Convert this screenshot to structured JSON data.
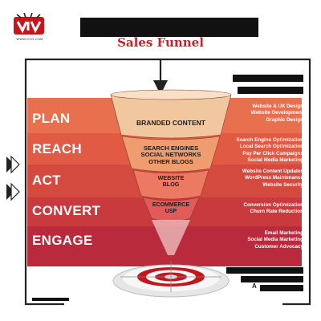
{
  "logo": {
    "sub_text": "WWW.KVG.COM",
    "colors": {
      "red": "#c4161c",
      "dark": "#222222"
    }
  },
  "title": {
    "subtitle": "Sales Funnel",
    "subtitle_color": "#c3222c"
  },
  "stages": [
    {
      "label": "PLAN",
      "color": "#e8704f"
    },
    {
      "label": "REACH",
      "color": "#e05a44"
    },
    {
      "label": "ACT",
      "color": "#d54a3e"
    },
    {
      "label": "CONVERT",
      "color": "#c93a3e"
    },
    {
      "label": "ENGAGE",
      "color": "#b82a3c"
    }
  ],
  "funnel": {
    "layers": [
      {
        "lines": [
          "BRANDED CONTENT"
        ],
        "color": "#f0c79e"
      },
      {
        "lines": [
          "SEARCH ENGINES",
          "SOCIAL NETWORKS",
          "OTHER BLOGS"
        ],
        "color": "#ef9d6f"
      },
      {
        "lines": [
          "WEBSITE",
          "BLOG"
        ],
        "color": "#ec7a62"
      },
      {
        "lines": [
          "ECOMMERCE",
          "USP"
        ],
        "color": "#e25b5b"
      }
    ]
  },
  "services": [
    {
      "items": [
        "Website & UX Design",
        "Website Development",
        "Graphic Design"
      ]
    },
    {
      "items": [
        "Search Engine Optimization",
        "Local Search Optimization",
        "Pay Per Click Campaigns",
        "Social Media Marketing"
      ]
    },
    {
      "items": [
        "Website Content Updates",
        "WordPress Maintenance",
        "Website Security"
      ]
    },
    {
      "items": [
        "Conversion Optimization",
        "Churn Rate Reduction"
      ]
    },
    {
      "items": [
        "Email Marketing",
        "Social Media Marketing",
        "Customer Advocacy"
      ]
    }
  ],
  "right_bottom": {
    "text": "A"
  }
}
